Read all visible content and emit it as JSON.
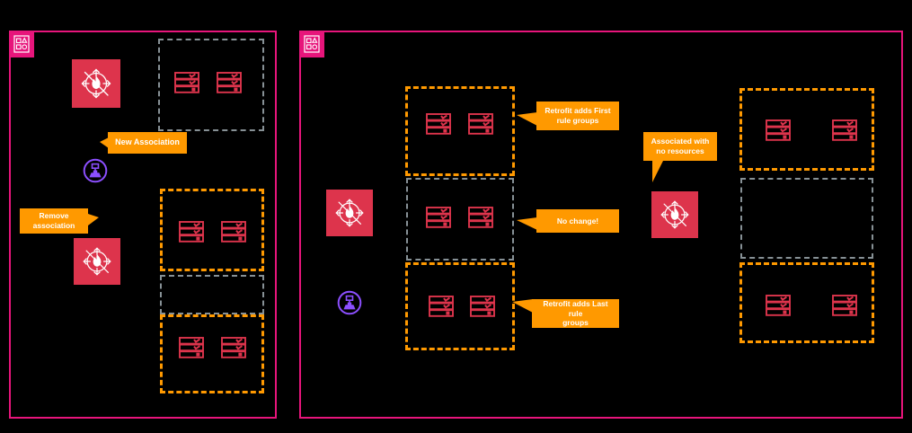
{
  "diagram": {
    "title": "AWS Network Firewall rule group retrofit association diagram",
    "colors": {
      "panel_border": "#e7157b",
      "badge": "#e7157b",
      "firewall": "#dd344c",
      "rule_group": "#dd344c",
      "resource": "#8c4fff",
      "callout": "#ff9900",
      "orange_box": "#ff9900",
      "gray_box": "#879196",
      "connector": "#3f6fd8",
      "background": "#000000"
    },
    "panels": [
      {
        "id": "left-panel",
        "badge_icon": "architecture-group-icon",
        "firewalls": [
          {
            "id": "left-firewall-top",
            "icon": "network-firewall-icon"
          },
          {
            "id": "left-firewall-bottom",
            "icon": "network-firewall-icon"
          }
        ],
        "resources": [
          {
            "id": "left-resource",
            "icon": "vpc-resource-icon"
          }
        ],
        "groups": [
          {
            "id": "left-group-top",
            "style": "gray",
            "rule_groups": 2
          },
          {
            "id": "left-group-mid-orange",
            "style": "orange",
            "rule_groups": 2
          },
          {
            "id": "left-group-mid-gray",
            "style": "gray",
            "rule_groups": 0
          },
          {
            "id": "left-group-bottom-orange",
            "style": "orange",
            "rule_groups": 2
          }
        ],
        "callouts": [
          {
            "id": "new-association",
            "label": "New Association"
          },
          {
            "id": "remove-association",
            "label": "Remove\nassociation",
            "line1": "Remove",
            "line2": "association",
            "strikethrough": true
          }
        ]
      },
      {
        "id": "right-panel",
        "badge_icon": "architecture-group-icon",
        "firewalls": [
          {
            "id": "right-firewall-left",
            "icon": "network-firewall-icon"
          },
          {
            "id": "right-firewall-right",
            "icon": "network-firewall-icon"
          }
        ],
        "resources": [
          {
            "id": "right-resource",
            "icon": "vpc-resource-icon"
          }
        ],
        "groups": [
          {
            "id": "right-left-group-first",
            "style": "orange",
            "rule_groups": 2
          },
          {
            "id": "right-left-group-middle",
            "style": "gray",
            "rule_groups": 2
          },
          {
            "id": "right-left-group-last",
            "style": "orange",
            "rule_groups": 2
          },
          {
            "id": "right-right-group-first",
            "style": "orange",
            "rule_groups": 2
          },
          {
            "id": "right-right-group-middle",
            "style": "gray",
            "rule_groups": 0
          },
          {
            "id": "right-right-group-last",
            "style": "orange",
            "rule_groups": 2
          }
        ],
        "callouts": [
          {
            "id": "retrofit-first",
            "line1": "Retrofit adds First",
            "line2": "rule groups"
          },
          {
            "id": "no-change",
            "line1": "No change!",
            "line2": ""
          },
          {
            "id": "retrofit-last",
            "line1": "Retrofit adds Last rule",
            "line2": "groups"
          },
          {
            "id": "associated-no-resources",
            "line1": "Associated with",
            "line2": "no resources"
          }
        ]
      }
    ]
  }
}
